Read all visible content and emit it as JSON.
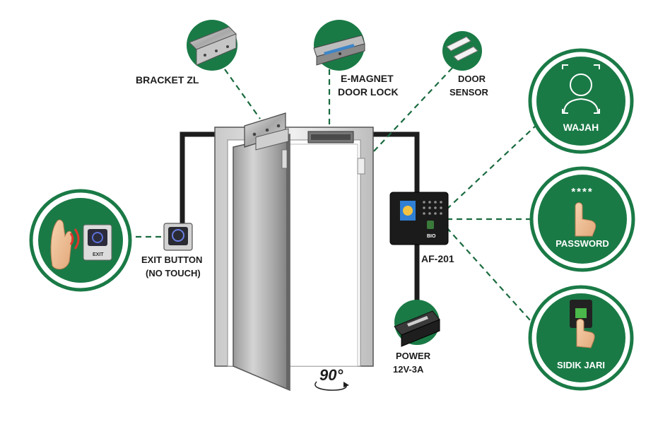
{
  "colors": {
    "accent_green": "#1a7a46",
    "dashed_line": "#1a6b3f",
    "cable": "#1d1d1d",
    "frame": "#d8d8d8",
    "door": "#b8b8b8"
  },
  "labels": {
    "bracket_zl": "BRACKET ZL",
    "e_magnet_line1": "E-MAGNET",
    "e_magnet_line2": "DOOR LOCK",
    "door_sensor_line1": "DOOR",
    "door_sensor_line2": "SENSOR",
    "exit_button_line1": "EXIT BUTTON",
    "exit_button_line2": "(NO TOUCH)",
    "device_model": "AF-201",
    "power_line1": "POWER",
    "power_line2": "12V-3A",
    "angle": "90°"
  },
  "methods": {
    "face": "WAJAH",
    "password": "PASSWORD",
    "password_mask": "****",
    "fingerprint": "SIDIK JARI"
  },
  "device_texts": {
    "brand": "BIO",
    "exit_plate": "EXIT"
  },
  "icons": {
    "bracket": "bracket-zl-icon",
    "magnet": "e-magnet-icon",
    "sensor": "door-sensor-icon",
    "hand": "hand-wave-icon",
    "face": "face-scan-icon",
    "finger": "finger-press-icon",
    "fingerprint": "fingerprint-scan-icon",
    "rotate": "rotate-arrow-icon"
  }
}
